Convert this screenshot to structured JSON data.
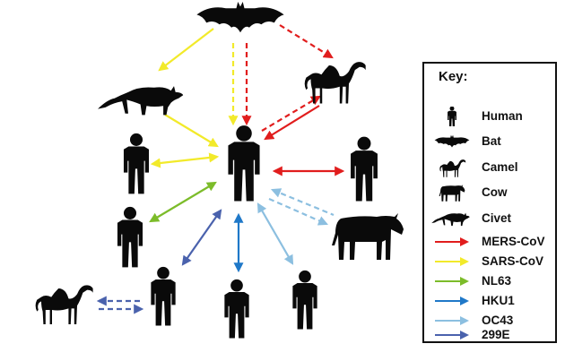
{
  "key": {
    "title": "Key:",
    "hosts": [
      {
        "label": "Human",
        "icon": "human-icon"
      },
      {
        "label": "Bat",
        "icon": "bat-icon"
      },
      {
        "label": "Camel",
        "icon": "camel-icon"
      },
      {
        "label": "Cow",
        "icon": "cow-icon"
      },
      {
        "label": "Civet",
        "icon": "civet-icon"
      }
    ],
    "viruses": [
      {
        "label": "MERS-CoV",
        "color": "#e11d1d"
      },
      {
        "label": "SARS-CoV",
        "color": "#f2ea2a"
      },
      {
        "label": "NL63",
        "color": "#7cbc2a"
      },
      {
        "label": "HKU1",
        "color": "#1f78c8"
      },
      {
        "label": "OC43",
        "color": "#8cbfe0"
      },
      {
        "label": "299E",
        "color": "#4a62ad"
      }
    ]
  },
  "colors": {
    "silhouette": "#0a0a0a",
    "border": "#111111"
  }
}
